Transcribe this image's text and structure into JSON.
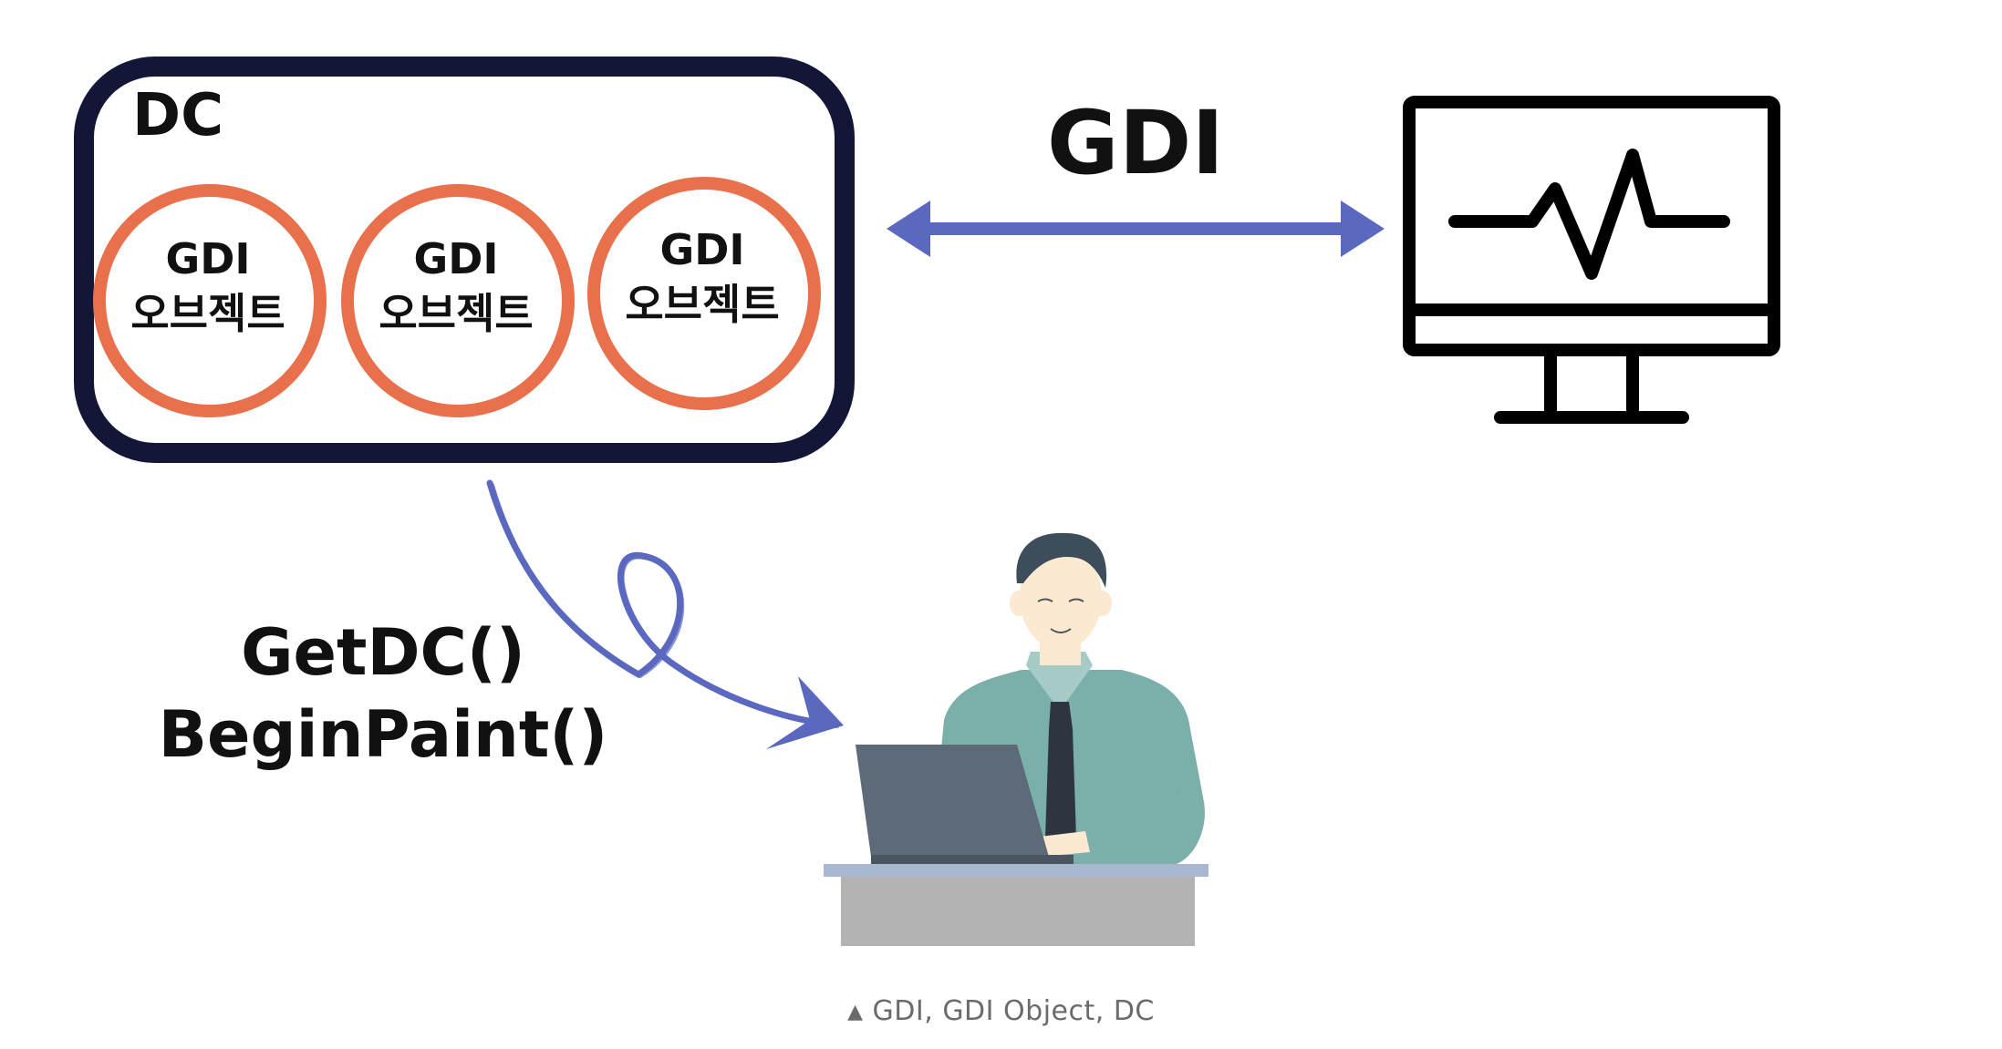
{
  "dc_box": {
    "label": "DC",
    "objects": [
      {
        "line1": "GDI",
        "line2": "오브젝트"
      },
      {
        "line1": "GDI",
        "line2": "오브젝트"
      },
      {
        "line1": "GDI",
        "line2": "오브젝트"
      }
    ]
  },
  "gdi_label": "GDI",
  "functions": {
    "line1": "GetDC()",
    "line2": "BeginPaint()"
  },
  "icons": {
    "monitor": "monitor-heartbeat-icon",
    "person": "person-at-laptop-illustration"
  },
  "colors": {
    "dc_border": "#131637",
    "object_circle": "#e8704a",
    "arrow": "#5b68c0",
    "text": "#111111",
    "caption": "#6b6b6b"
  },
  "caption": {
    "marker": "▲",
    "text": "GDI, GDI Object, DC"
  }
}
